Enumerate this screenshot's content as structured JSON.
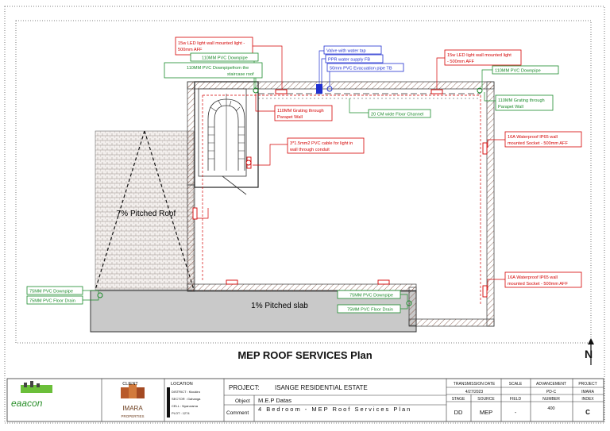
{
  "plan_title": "MEP ROOF SERVICES Plan",
  "north_label": "N",
  "areas": {
    "pitched_roof": "7% Pitched Roof",
    "pitched_slab": "1% Pitched slab"
  },
  "callouts_red": {
    "led_left": [
      "15w LED light wall mounted light -",
      "500mm AFF"
    ],
    "led_right": [
      "15w LED light wall mounted light",
      "- 500mm AFF"
    ],
    "grating_left": [
      "110MM Grating through",
      "Parapet Wall"
    ],
    "cable": [
      "3*1.5mm2 PVC cable for light in",
      "wall through conduit"
    ],
    "socket_upper": [
      "16A Waterproof IP65 wall",
      "mounted Socket - 500mm AFF"
    ],
    "socket_lower": [
      "16A Waterproof IP65 wall",
      "mounted Socket - 500mm AFF"
    ]
  },
  "callouts_blue": {
    "valve": "Valve with water tap",
    "ppr": "PPR water supply FB",
    "evac": "50mm PVC Evacuation pipe TB"
  },
  "callouts_green": {
    "downpipe_top": "110MM PVC Downpipe",
    "downpipe_stair": [
      "110MM PVC Downpipefrom the",
      "staircase roof"
    ],
    "downpipe_right": "110MM PVC Downpipe",
    "grating_right": [
      "110MM Grating through",
      "Parapet Wall"
    ],
    "channel": "20 CM wide Floor Channel",
    "dp75_left": "75MM PVC Downpipe",
    "drain75_left": "75MM PVC Floor Drain",
    "dp75_right": "75MM PVC Downpipe",
    "drain75_right": "75MM PVC Floor Drain"
  },
  "title_block": {
    "client_label": "CLIENT",
    "location_label": "LOCATION",
    "logo_text": "eaacon",
    "client_logo_text": "IMARA",
    "client_logo_sub": "PROPERTIES",
    "location_rows": [
      "DISTRICT : Kicukiro",
      "SECTOR : Gahanga",
      "CELL : Nyarurama",
      "PLOT : 1274"
    ],
    "project_label": "PROJECT:",
    "project_name": "ISANGE RESIDENTIAL ESTATE",
    "object_label": "Object",
    "object_value": "M.E.P Datas",
    "comment_label": "Comment",
    "comment_value": "4 Bedroom - MEP Roof Services Plan",
    "headers": {
      "transmission_date": "TRANSMISSION DATE",
      "scale": "SCALE",
      "advancement": "ADVANCEMENT",
      "project": "PROJECT",
      "stage": "STAGE",
      "source": "SOURCE",
      "field": "FIELD",
      "number": "NUMBER",
      "index": "INDEX"
    },
    "values": {
      "date": "4/27/2023",
      "advancement": "PD-C",
      "project": "IMARA",
      "stage": "DD",
      "source": "MEP",
      "field": "-",
      "number": "400",
      "index": "C"
    }
  }
}
